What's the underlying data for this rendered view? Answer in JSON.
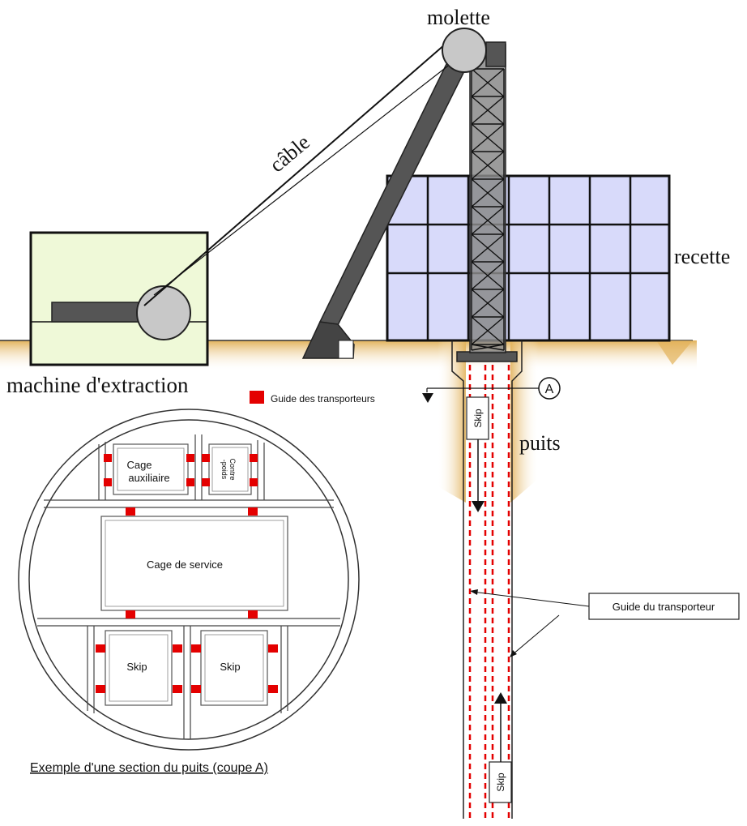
{
  "labels": {
    "molette": "molette",
    "cable": "câble",
    "recette": "recette",
    "machine": "machine d'extraction",
    "puits": "puits",
    "section_marker": "A",
    "legend_guide": "Guide des transporteurs",
    "cage_auxiliaire_1": "Cage",
    "cage_auxiliaire_2": "auxiliaire",
    "contrepoids_1": "Contre",
    "contrepoids_2": "-poids",
    "cage_service": "Cage de service",
    "skip_left": "Skip",
    "skip_right": "Skip",
    "skip_top": "Skip",
    "skip_bottom": "Skip",
    "guide_transporteur": "Guide du transporteur",
    "section_caption": "Exemple d'une section du puits (coupe A)"
  },
  "colors": {
    "ground": "#E2B25A",
    "building": "#EFF9D8",
    "recette_fill": "#D8DAFA",
    "headframe": "#8A8A8A",
    "guide_red": "#E40000",
    "wheel": "#C8C8C8"
  }
}
